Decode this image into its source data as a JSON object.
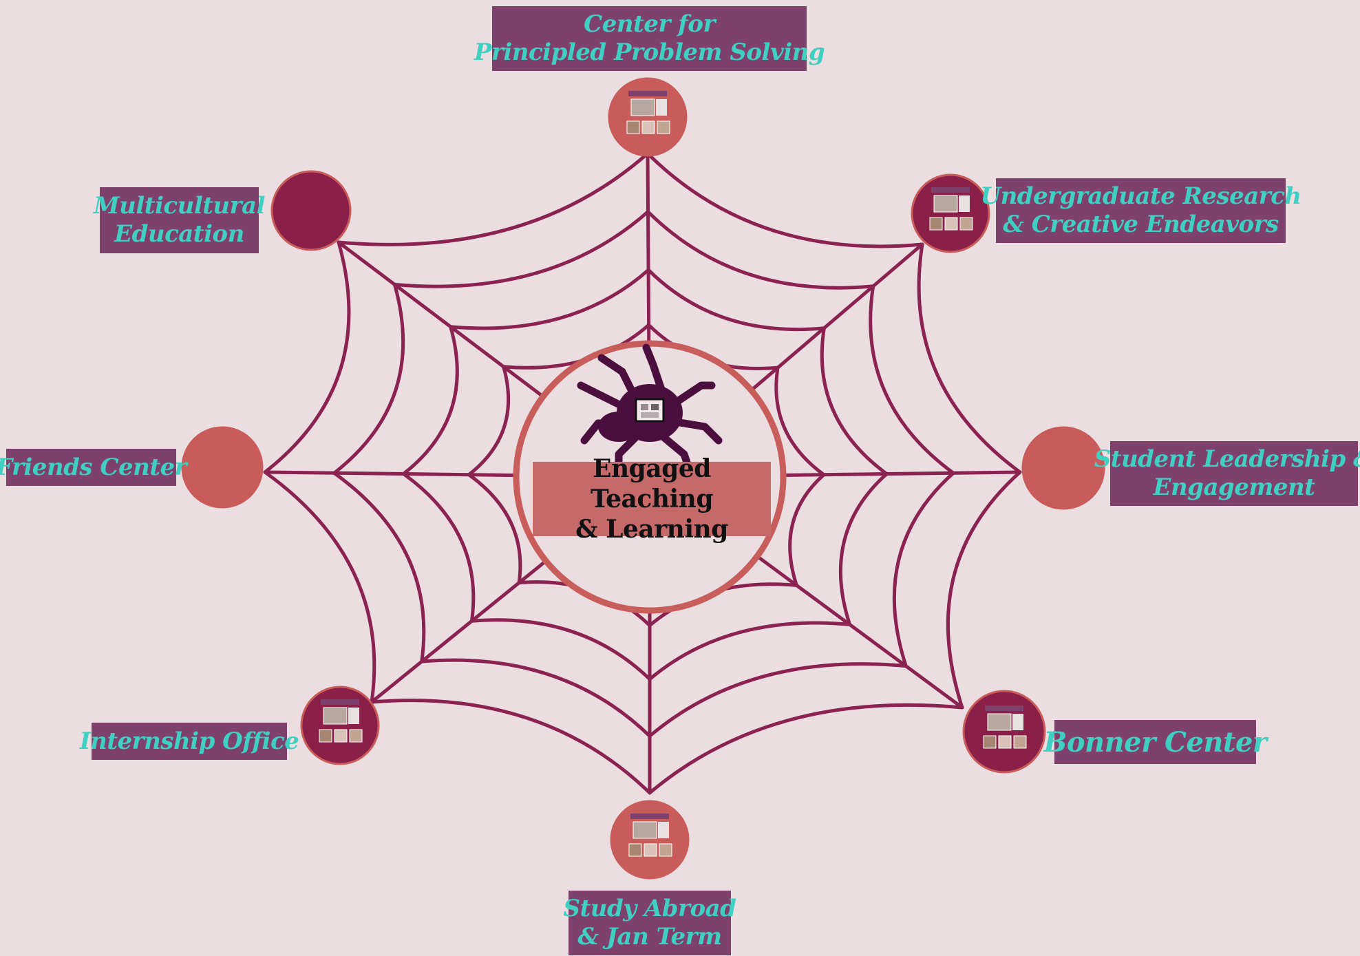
{
  "center": {
    "title_line1": "Engaged Teaching",
    "title_line2": "& Learning",
    "icon": "spider-icon"
  },
  "nodes": [
    {
      "id": "principled-problem-solving",
      "label_lines": [
        "Center for",
        "Principled Problem Solving"
      ],
      "node_style": "thumbnail"
    },
    {
      "id": "undergraduate-research",
      "label_lines": [
        "Undergraduate Research",
        "& Creative Endeavors"
      ],
      "node_style": "thumbnail"
    },
    {
      "id": "student-leadership",
      "label_lines": [
        "Student Leadership &",
        "Engagement"
      ],
      "node_style": "plain"
    },
    {
      "id": "bonner-center",
      "label_lines": [
        "Bonner Center"
      ],
      "node_style": "thumbnail"
    },
    {
      "id": "study-abroad",
      "label_lines": [
        "Study Abroad",
        "& Jan Term"
      ],
      "node_style": "thumbnail"
    },
    {
      "id": "internship-office",
      "label_lines": [
        "Internship Office"
      ],
      "node_style": "thumbnail"
    },
    {
      "id": "friends-center",
      "label_lines": [
        "Friends Center"
      ],
      "node_style": "plain"
    },
    {
      "id": "multicultural-education",
      "label_lines": [
        "Multicultural",
        "Education"
      ],
      "node_style": "plain"
    }
  ],
  "colors": {
    "background": "#ecdde1",
    "web": "#8a2350",
    "label_bg": "#7d416c",
    "label_text": "#3fd0c2",
    "node_salmon": "#c85c5a",
    "node_dark": "#8a1f48",
    "center_box": "#c5696a",
    "spider": "#4a0f3c"
  }
}
